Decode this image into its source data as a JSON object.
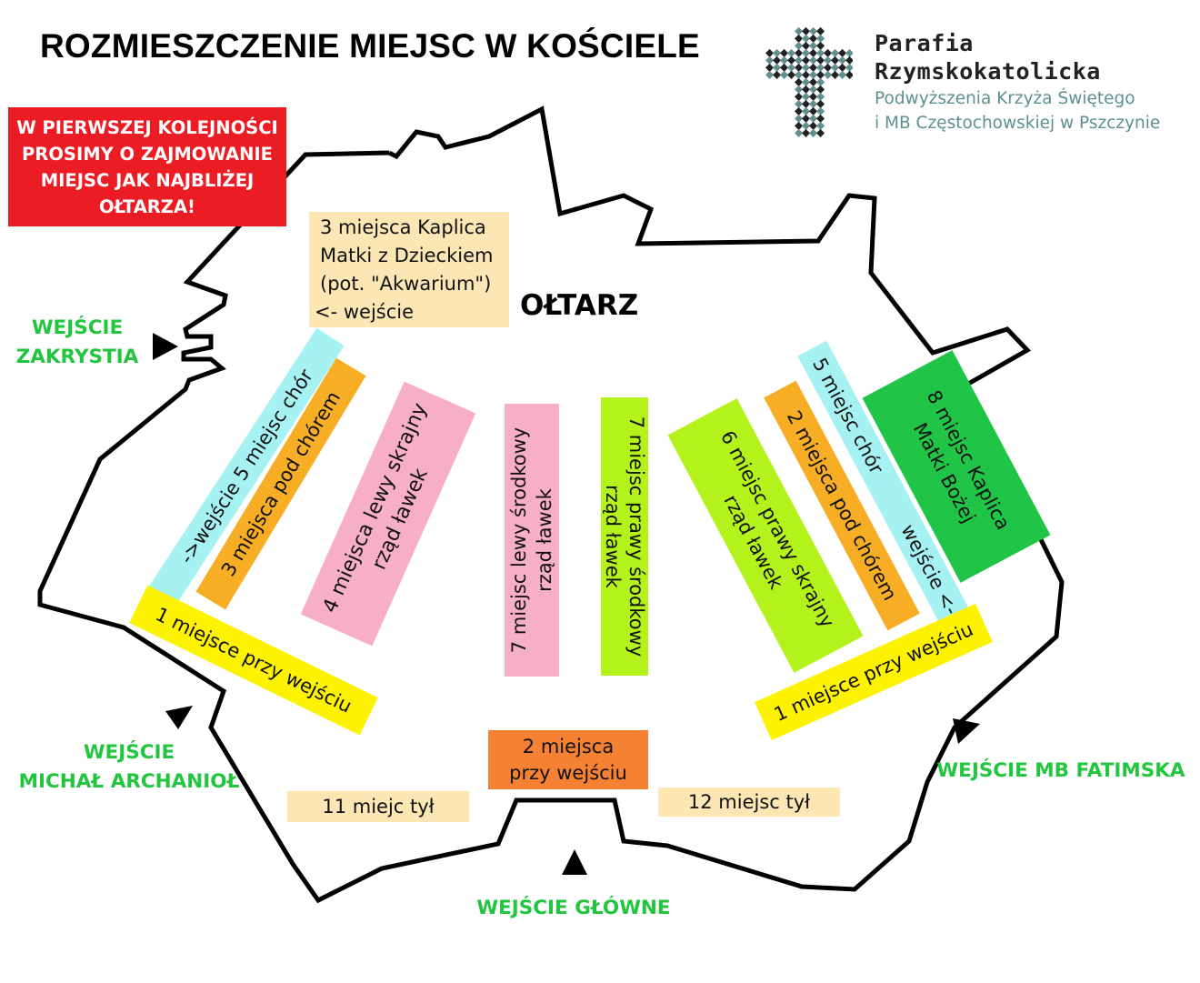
{
  "title": "ROZMIESZCZENIE MIEJSC W KOŚCIELE",
  "notice": {
    "lines": [
      "W PIERWSZEJ KOLEJNOŚCI",
      "PROSIMY O ZAJMOWANIE",
      "MIEJSC JAK NAJBLIŻEJ",
      "OŁTARZA!"
    ],
    "color": "#ec1c24"
  },
  "logo": {
    "icon": "cross-icon",
    "line1": "Parafia",
    "line2": "Rzymskokatolicka",
    "line3": "Podwyższenia Krzyża Świętego",
    "line4": "i MB Częstochowskiej w Pszczynie",
    "color": "#5e9090"
  },
  "altar": "OŁTARZ",
  "entrances": {
    "sacristy": [
      "WEJŚCIE",
      "ZAKRYSTIA"
    ],
    "michael": [
      "WEJŚCIE",
      "MICHAŁ ARCHANIOŁ"
    ],
    "fatima": "WEJŚCIE MB FATIMSKA",
    "main": "WEJŚCIE GŁÓWNE",
    "color": "#22c53e"
  },
  "sections": {
    "akwarium": [
      "3 miejsca Kaplica",
      "Matki z Dzieckiem",
      "(pot. \"Akwarium\")",
      "<- wejście"
    ],
    "left_choir": [
      "->wejście 5 miejsc chór"
    ],
    "left_under_choir": [
      "3 miejsca pod chórem"
    ],
    "left_outer": [
      "4 miejsca lewy skrajny",
      "rząd ławek"
    ],
    "left_middle": [
      "7 miejsc   lewy środkowy",
      "rząd ławek"
    ],
    "right_middle": [
      "7 miejsc prawy środkowy",
      "rząd ławek"
    ],
    "right_outer": [
      "6 miejsc   prawy skrajny",
      "rząd ławek"
    ],
    "right_under_choir": [
      "2 miejsca pod chórem"
    ],
    "right_choir": [
      "5 miejsc chór          wejście <-"
    ],
    "mb_chapel": [
      "8 miejsc Kaplica",
      "Matki Bożej"
    ],
    "left_entrance": [
      "1 miejsce przy wejściu"
    ],
    "right_entrance": [
      "1 miejsce przy wejściu"
    ],
    "main_entrance": [
      "2 miejsca",
      "przy wejściu"
    ],
    "back_left": [
      "11 miejc tył"
    ],
    "back_right": [
      "12 miejsc tył"
    ]
  },
  "colors": {
    "cyan": "#a6f2f2",
    "orange": "#f7ae25",
    "pink": "#f7aec8",
    "lime": "#b4f21c",
    "green": "#20c548",
    "yellow": "#fdf201",
    "dark_orange": "#f58232",
    "beige": "#fbe6b4"
  }
}
